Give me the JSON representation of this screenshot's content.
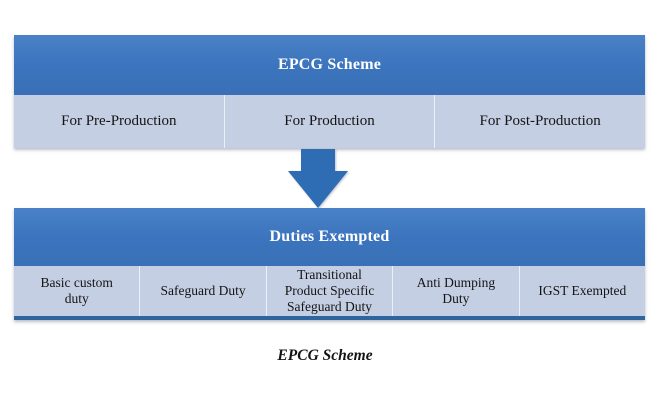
{
  "top_table": {
    "header": "EPCG Scheme",
    "cells": [
      "For Pre-Production",
      "For Production",
      "For Post-Production"
    ]
  },
  "connector": {
    "icon": "down-block-arrow"
  },
  "bottom_table": {
    "header": "Duties Exempted",
    "cells": [
      "Basic custom\nduty",
      "Safeguard Duty",
      "Transitional\nProduct Specific\nSafeguard Duty",
      "Anti Dumping\nDuty",
      "IGST Exempted"
    ]
  },
  "figure": {
    "caption": "EPCG Scheme"
  },
  "colors": {
    "header_blue": "#3b74bd",
    "row_light_blue": "#c5cfe3",
    "arrow_blue": "#2e6cb4",
    "table_bottom_border": "#30649f",
    "header_text": "#ffffff",
    "cell_text": "#141414"
  }
}
